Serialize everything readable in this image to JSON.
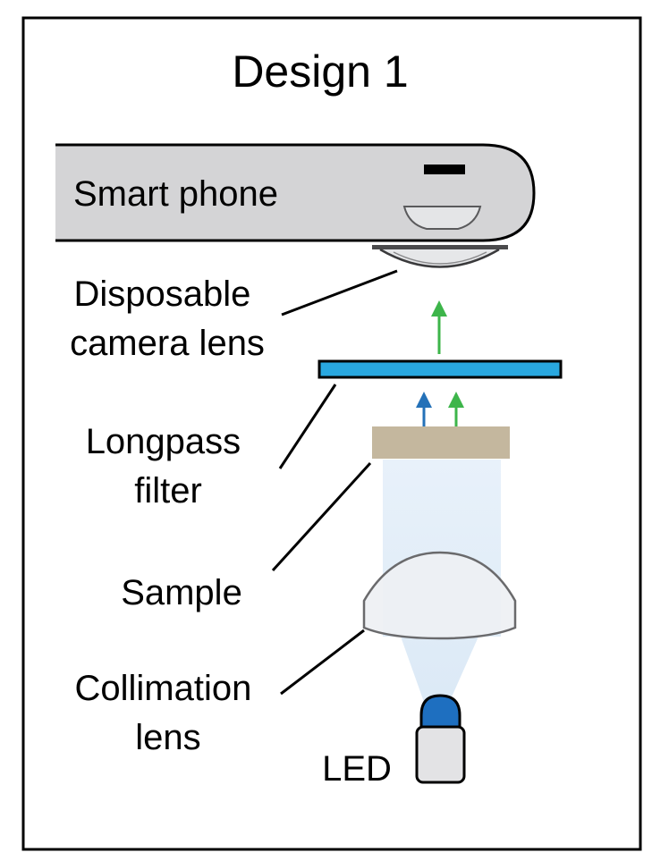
{
  "title": "Design 1",
  "components": {
    "smart_phone": {
      "label": "Smart phone"
    },
    "camera_lens": {
      "label_line1": "Disposable",
      "label_line2": "camera lens"
    },
    "longpass_filter": {
      "label_line1": "Longpass",
      "label_line2": "filter"
    },
    "sample": {
      "label": "Sample"
    },
    "collimation_lens": {
      "label_line1": "Collimation",
      "label_line2": "lens"
    },
    "led": {
      "label": "LED"
    }
  },
  "colors": {
    "phone_body": "#d4d4d6",
    "filter": "#29a8e0",
    "sample": "#c4b79e",
    "light_beam": "#e4eef8",
    "led_dome": "#1e6fc0",
    "led_base": "#e3e3e5",
    "lens_glass": "#eef0f3",
    "arrow_blue": "#2471b8",
    "arrow_green": "#3db54a",
    "outline": "#000000"
  }
}
